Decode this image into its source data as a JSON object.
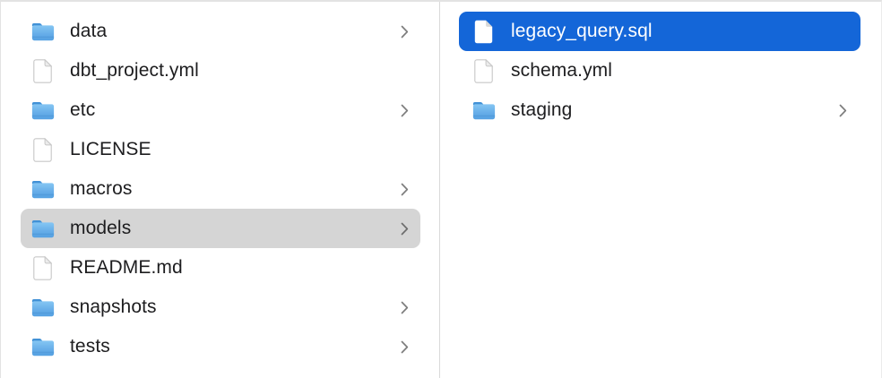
{
  "colors": {
    "selection_blue": "#1466d8",
    "selection_gray": "#d5d5d5",
    "divider": "#d9d9d9",
    "text": "#1d1d1f",
    "selected_text": "#ffffff",
    "chevron": "#7d7d7d",
    "folder_top": "#85c6f3",
    "folder_bottom": "#55a1e2",
    "folder_tab": "#4191d6"
  },
  "left_column": {
    "items": [
      {
        "label": "data",
        "icon": "folder-icon",
        "expandable": true,
        "selected": false
      },
      {
        "label": "dbt_project.yml",
        "icon": "document-icon",
        "expandable": false,
        "selected": false
      },
      {
        "label": "etc",
        "icon": "folder-icon",
        "expandable": true,
        "selected": false
      },
      {
        "label": "LICENSE",
        "icon": "document-icon",
        "expandable": false,
        "selected": false
      },
      {
        "label": "macros",
        "icon": "folder-icon",
        "expandable": true,
        "selected": false
      },
      {
        "label": "models",
        "icon": "folder-icon",
        "expandable": true,
        "selected": true,
        "selection_style": "gray"
      },
      {
        "label": "README.md",
        "icon": "document-icon",
        "expandable": false,
        "selected": false
      },
      {
        "label": "snapshots",
        "icon": "folder-icon",
        "expandable": true,
        "selected": false
      },
      {
        "label": "tests",
        "icon": "folder-icon",
        "expandable": true,
        "selected": false
      }
    ]
  },
  "right_column": {
    "items": [
      {
        "label": "legacy_query.sql",
        "icon": "document-icon",
        "expandable": false,
        "selected": true,
        "selection_style": "blue"
      },
      {
        "label": "schema.yml",
        "icon": "document-icon",
        "expandable": false,
        "selected": false
      },
      {
        "label": "staging",
        "icon": "folder-icon",
        "expandable": true,
        "selected": false
      }
    ]
  }
}
